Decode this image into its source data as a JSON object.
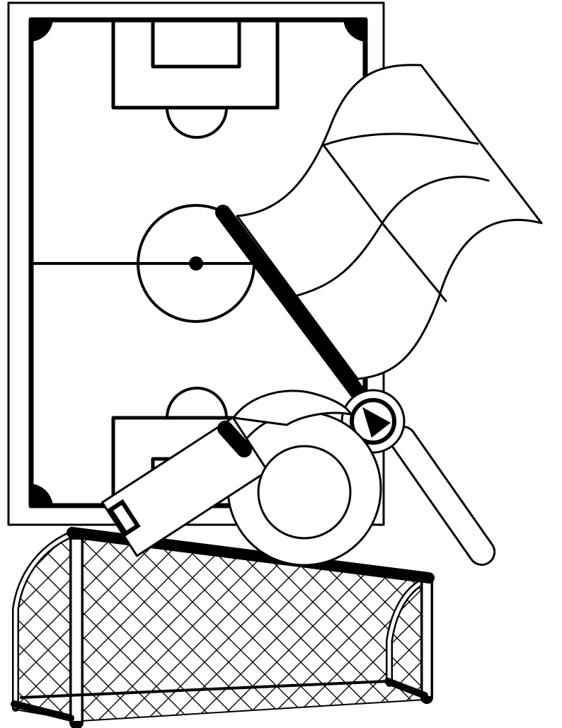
{
  "scene": {
    "subject": "soccer-referee-coloring-illustration",
    "objects": [
      "soccer-field",
      "goal-net",
      "linesman-flag",
      "referee-whistle"
    ],
    "colors": {
      "ink": "#000000",
      "paper": "#ffffff"
    }
  }
}
